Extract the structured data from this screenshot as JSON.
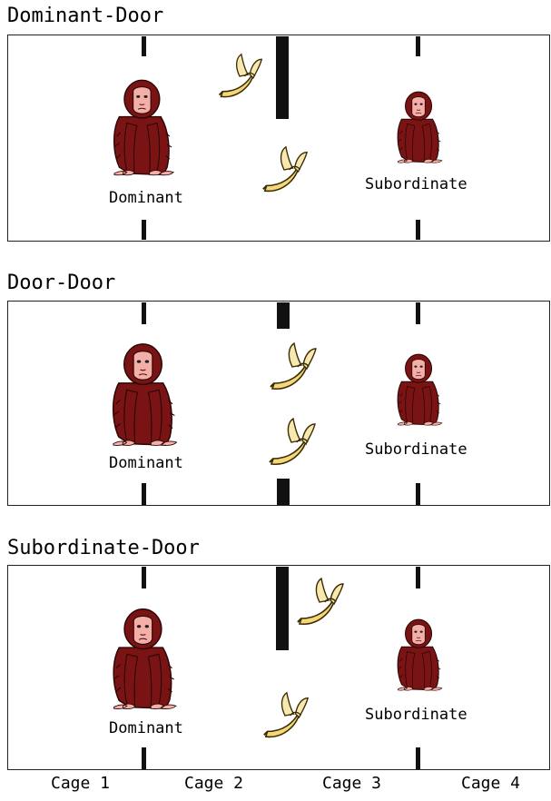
{
  "panels": [
    {
      "title": "Dominant-Door",
      "dominant_label": "Dominant",
      "subordinate_label": "Subordinate",
      "bananas": 2
    },
    {
      "title": "Door-Door",
      "dominant_label": "Dominant",
      "subordinate_label": "Subordinate",
      "bananas": 2
    },
    {
      "title": "Subordinate-Door",
      "dominant_label": "Dominant",
      "subordinate_label": "Subordinate",
      "bananas": 2
    }
  ],
  "cages": [
    "Cage 1",
    "Cage 2",
    "Cage 3",
    "Cage 4"
  ],
  "colors": {
    "monkey_fur": "#7a1414",
    "monkey_face": "#f4b0a8",
    "banana": "#f3d77a",
    "wall": "#111111"
  },
  "icons": {
    "monkey": "monkey-icon",
    "banana": "banana-icon"
  }
}
